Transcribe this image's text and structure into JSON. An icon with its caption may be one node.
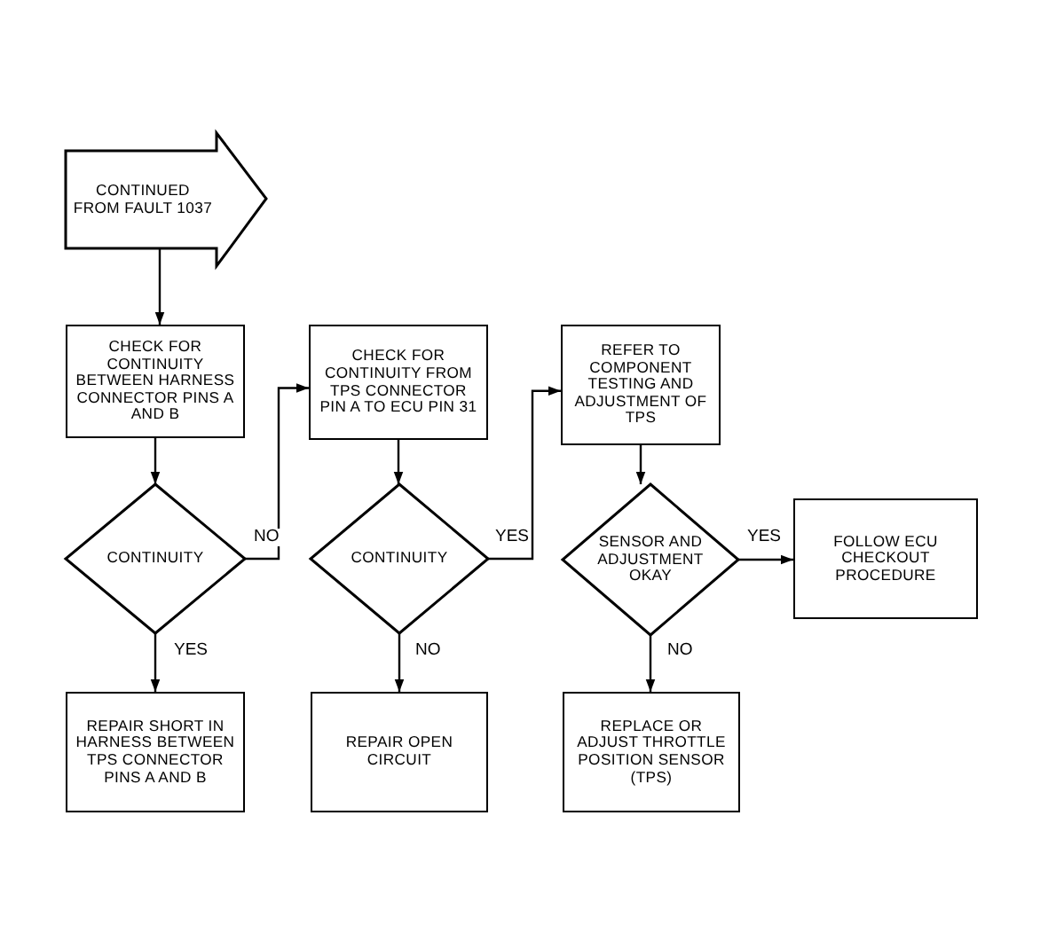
{
  "diagram": {
    "nodes": [
      {
        "text": [
          "CONTINUED FROM FAULT 1037"
        ]
      },
      {
        "text": [
          "CHECK FOR CONTINUITY BETWEEN HARNESS CONNECTOR PINS A AND B"
        ]
      },
      {
        "text": [
          "CHECK FOR CONTINUITY FROM TPS CONNECTOR PIN A TO ECU PIN 31"
        ]
      },
      {
        "text": [
          "REFER TO COMPONENT TESTING AND ADJUSTMENT OF TPS"
        ]
      },
      {
        "text": [
          "CONTINUITY"
        ]
      },
      {
        "text": [
          "CONTINUITY"
        ]
      },
      {
        "text": [
          "SENSOR AND ADJUSTMENT OKAY"
        ]
      },
      {
        "text": [
          "FOLLOW ECU CHECKOUT PROCEDURE"
        ]
      },
      {
        "text": [
          "REPAIR SHORT IN HARNESS BETWEEN TPS CONNECTOR PINS A AND B"
        ]
      },
      {
        "text": [
          "REPAIR OPEN CIRCUIT"
        ]
      },
      {
        "text": [
          "REPLACE OR ADJUST THROTTLE POSITION SENSOR (TPS)"
        ]
      }
    ],
    "edges": [
      {
        "from": 0,
        "to": 1,
        "arrow": "to"
      },
      {
        "from": 1,
        "to": 4,
        "arrow": "to"
      },
      {
        "from": 4,
        "to": 2,
        "arrow": "to",
        "label": "NO"
      },
      {
        "from": 4,
        "to": 8,
        "arrow": "to",
        "label": "YES"
      },
      {
        "from": 2,
        "to": 5,
        "arrow": "to"
      },
      {
        "from": 5,
        "to": 3,
        "arrow": "to",
        "label": "YES"
      },
      {
        "from": 5,
        "to": 9,
        "arrow": "to",
        "label": "NO"
      },
      {
        "from": 3,
        "to": 6,
        "arrow": "to"
      },
      {
        "from": 6,
        "to": 7,
        "arrow": "to",
        "label": "YES"
      },
      {
        "from": 6,
        "to": 10,
        "arrow": "to",
        "label": "NO"
      }
    ]
  }
}
